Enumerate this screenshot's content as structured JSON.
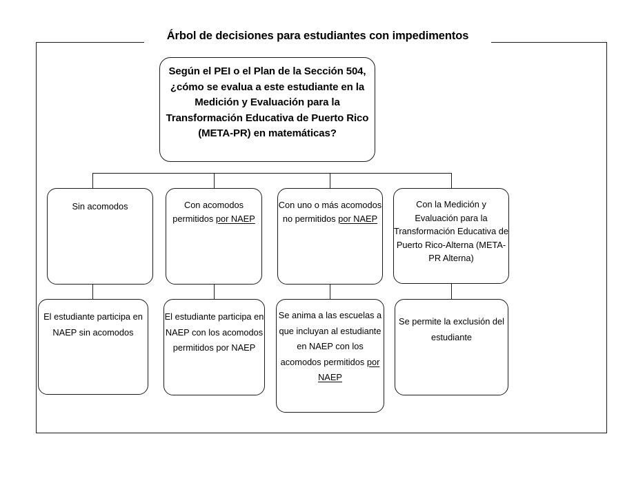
{
  "diagram": {
    "title": "Árbol de decisiones para estudiantes con impedimentos",
    "type": "decision-tree",
    "frame_color": "#1a1a1a",
    "background_color": "#ffffff",
    "text_color": "#000000",
    "root": {
      "id": "root-question",
      "text": "Según el PEI o el Plan de la Sección 504, ¿cómo se evalua a este estudiante en la Medición y Evaluación para la Transformación Educativa de Puerto Rico (META-PR) en matemáticas?",
      "bold": true
    },
    "branches": [
      {
        "id": "branch-1",
        "condition": "Sin acomodos",
        "outcome": "El estudiante participa en NAEP sin acomodos"
      },
      {
        "id": "branch-2",
        "condition_parts": [
          {
            "text": "Con acomodos permitidos ",
            "underline": false
          },
          {
            "text": "por NAEP",
            "underline": true
          }
        ],
        "condition": "Con acomodos permitidos por NAEP",
        "outcome": "El estudiante participa en NAEP con los acomodos permitidos por NAEP"
      },
      {
        "id": "branch-3",
        "condition_parts": [
          {
            "text": "Con uno o más acomodos no permitidos ",
            "underline": false
          },
          {
            "text": "por NAEP",
            "underline": true
          }
        ],
        "condition": "Con uno o más acomodos no permitidos por NAEP",
        "outcome_parts": [
          {
            "text": "Se anima a las escuelas a que incluyan al estudiante en NAEP con los acomodos permitidos ",
            "underline": false
          },
          {
            "text": "por NAEP",
            "underline": true
          }
        ],
        "outcome": "Se anima a las escuelas a que incluyan al estudiante en NAEP con los acomodos permitidos por NAEP"
      },
      {
        "id": "branch-4",
        "condition": "Con la Medición y Evaluación para la Transformación Educativa de Puerto Rico-Alterna (META-PR Alterna)",
        "outcome": "Se permite la exclusión del estudiante"
      }
    ]
  }
}
